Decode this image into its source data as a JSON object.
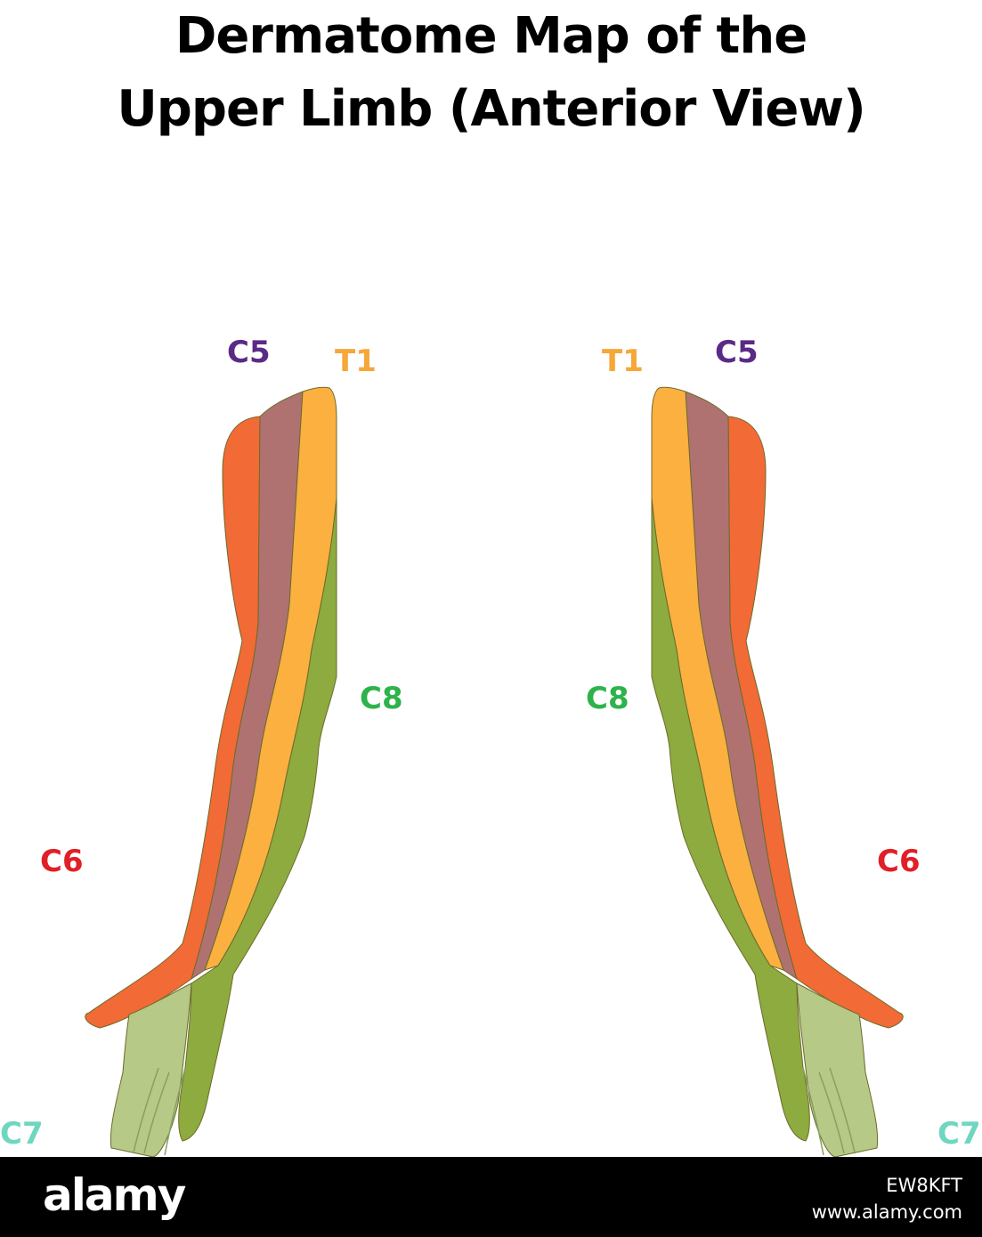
{
  "title": {
    "line1": "Dermatome Map of the",
    "line2": "Upper Limb (Anterior View)"
  },
  "labels": {
    "left": {
      "c5": "C5",
      "t1": "T1",
      "c8": "C8",
      "c6": "C6",
      "c7": "C7"
    },
    "right": {
      "c5": "C5",
      "t1": "T1",
      "c8": "C8",
      "c6": "C6",
      "c7": "C7"
    }
  },
  "colors": {
    "c5": "#5b2a86",
    "t1": "#f7a638",
    "c8": "#2db34a",
    "c6": "#e11f26",
    "c7": "#6fd6c0",
    "band_c6": "#f26a35",
    "band_c5": "#b07270",
    "band_t1": "#fbb040",
    "band_c8": "#8dab3f",
    "band_c7": "#b6c987"
  },
  "footer": {
    "logo": "alamy",
    "image_id": "EW8KFT",
    "url": "www.alamy.com"
  }
}
